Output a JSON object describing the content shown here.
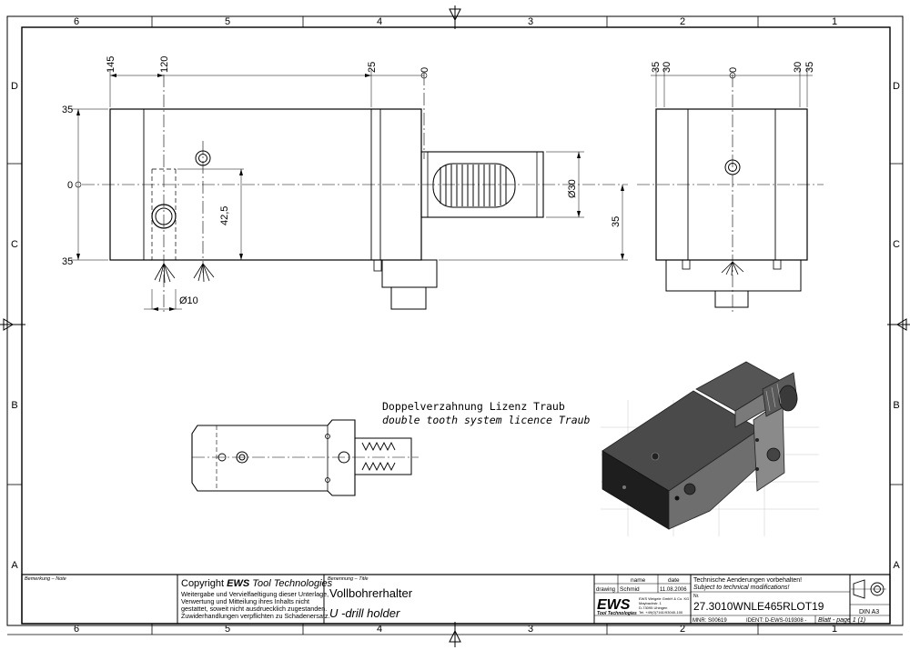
{
  "zones": {
    "columns": [
      "6",
      "5",
      "4",
      "3",
      "2",
      "1"
    ],
    "rows": [
      "D",
      "C",
      "B",
      "A"
    ]
  },
  "dimensions": {
    "side_top": [
      "145",
      "120",
      "25",
      "0"
    ],
    "side_left": [
      "35",
      "0",
      "35"
    ],
    "side_other": [
      "42,5",
      "Ø30",
      "35",
      "Ø10"
    ],
    "end_top": [
      "35",
      "30",
      "0",
      "30",
      "35"
    ]
  },
  "note": {
    "line1": "Doppelverzahnung Lizenz Traub",
    "line2": "double tooth system licence Traub"
  },
  "title_block": {
    "remark_label": "Bemerkung – Note",
    "copyright_title_prefix": "Copyright ",
    "copyright_title_brand": "EWS",
    "copyright_title_suffix": " Tool Technologies",
    "copyright_lines": [
      "Weitergabe und Vervielfaeltigung dieser Unterlage,",
      "Verwertung und Mitteilung ihres Inhalts nicht",
      "gestattet, soweit nicht ausdruecklich zugestanden.",
      "Zuwiderhandlungen verpflichten zu Schadenersatz."
    ],
    "benennung_label": "Benennung – Title",
    "title_de": "Vollbohrerhalter",
    "title_en": "U -drill holder",
    "col_name": "name",
    "col_date": "date",
    "row_label": "drawing",
    "drawn_by": "Schmid",
    "drawn_date": "11.08.2006",
    "logo_text": "EWS",
    "logo_sub": "Tool Technologies",
    "company_lines": [
      "EWS Weigele GmbH & Co. KG",
      "Maybachstr. 1",
      "D-73095 Uhingen",
      "Tel. +49(0)7161/93040-100"
    ],
    "notice_de": "Technische Aenderungen vorbehalten!",
    "notice_en": "Subject to technical modifications!",
    "nr_label": "Nr.",
    "part_number": "27.3010WNLE465RLOT19",
    "mnr": "MNR: S00619",
    "ident": "IDENT: D-EWS-019308 -",
    "sheet": "Blatt - page  1 (1)",
    "format": "DIN  A3"
  }
}
